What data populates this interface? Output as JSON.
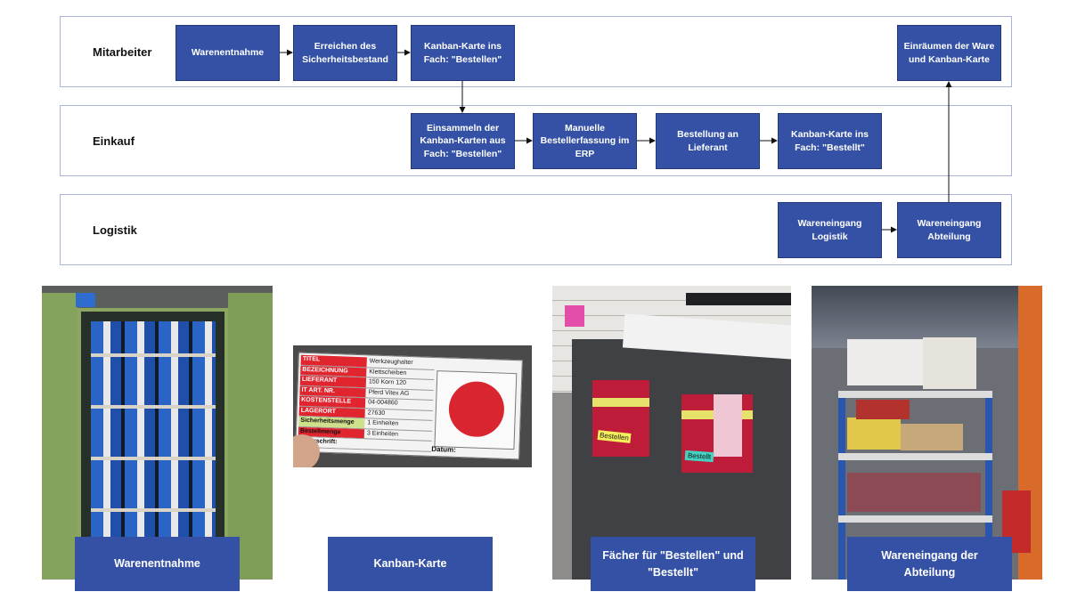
{
  "lanes": [
    {
      "label": "Mitarbeiter"
    },
    {
      "label": "Einkauf"
    },
    {
      "label": "Logistik"
    }
  ],
  "steps": {
    "warenentnahme": "Warenentnahme",
    "sicherheitsbestand": "Erreichen des Sicherheitsbestand",
    "karte_bestellen": "Kanban-Karte ins Fach: \"Bestellen\"",
    "einraeumen": "Einräumen der Ware und Kanban-Karte",
    "einsammeln": "Einsammeln der Kanban-Karten aus Fach: \"Bestellen\"",
    "bestellerfassung": "Manuelle Bestellerfassung im ERP",
    "bestellung_lieferant": "Bestellung an Lieferant",
    "karte_bestellt": "Kanban-Karte ins Fach: \"Bestellt\"",
    "we_logistik": "Wareneingang Logistik",
    "we_abteilung": "Wareneingang Abteilung"
  },
  "photos": [
    {
      "caption": "Warenentnahme"
    },
    {
      "caption": "Kanban-Karte"
    },
    {
      "caption": "Fächer für \"Bestellen\" und \"Bestellt\""
    },
    {
      "caption": "Wareneingang der Abteilung"
    }
  ],
  "kanban_card": {
    "rows": [
      {
        "field": "TITEL",
        "value": "Werkzeughalter"
      },
      {
        "field": "BEZEICHNUNG",
        "value": "Klettscheiben"
      },
      {
        "field": "LIEFERANT",
        "value": "150 Korn 120"
      },
      {
        "field": "IT ART. NR.",
        "value": "Pferd Vitex AG"
      },
      {
        "field": "KOSTENSTELLE",
        "value": "04-004860"
      },
      {
        "field": "LAGERORT",
        "value": "27630"
      },
      {
        "field": "Sicherheitsmenge",
        "value": "1 Einheiten"
      },
      {
        "field": "Bestellmenge",
        "value": "3 Einheiten"
      },
      {
        "field": "Unterschrift:",
        "value": ""
      }
    ],
    "date_label": "Datum:"
  },
  "bin_labels": {
    "bestellen": "Bestellen",
    "bestellt": "Bestellt"
  },
  "colors": {
    "box": "#3451a5",
    "lane_border": "#a9b4d6"
  }
}
